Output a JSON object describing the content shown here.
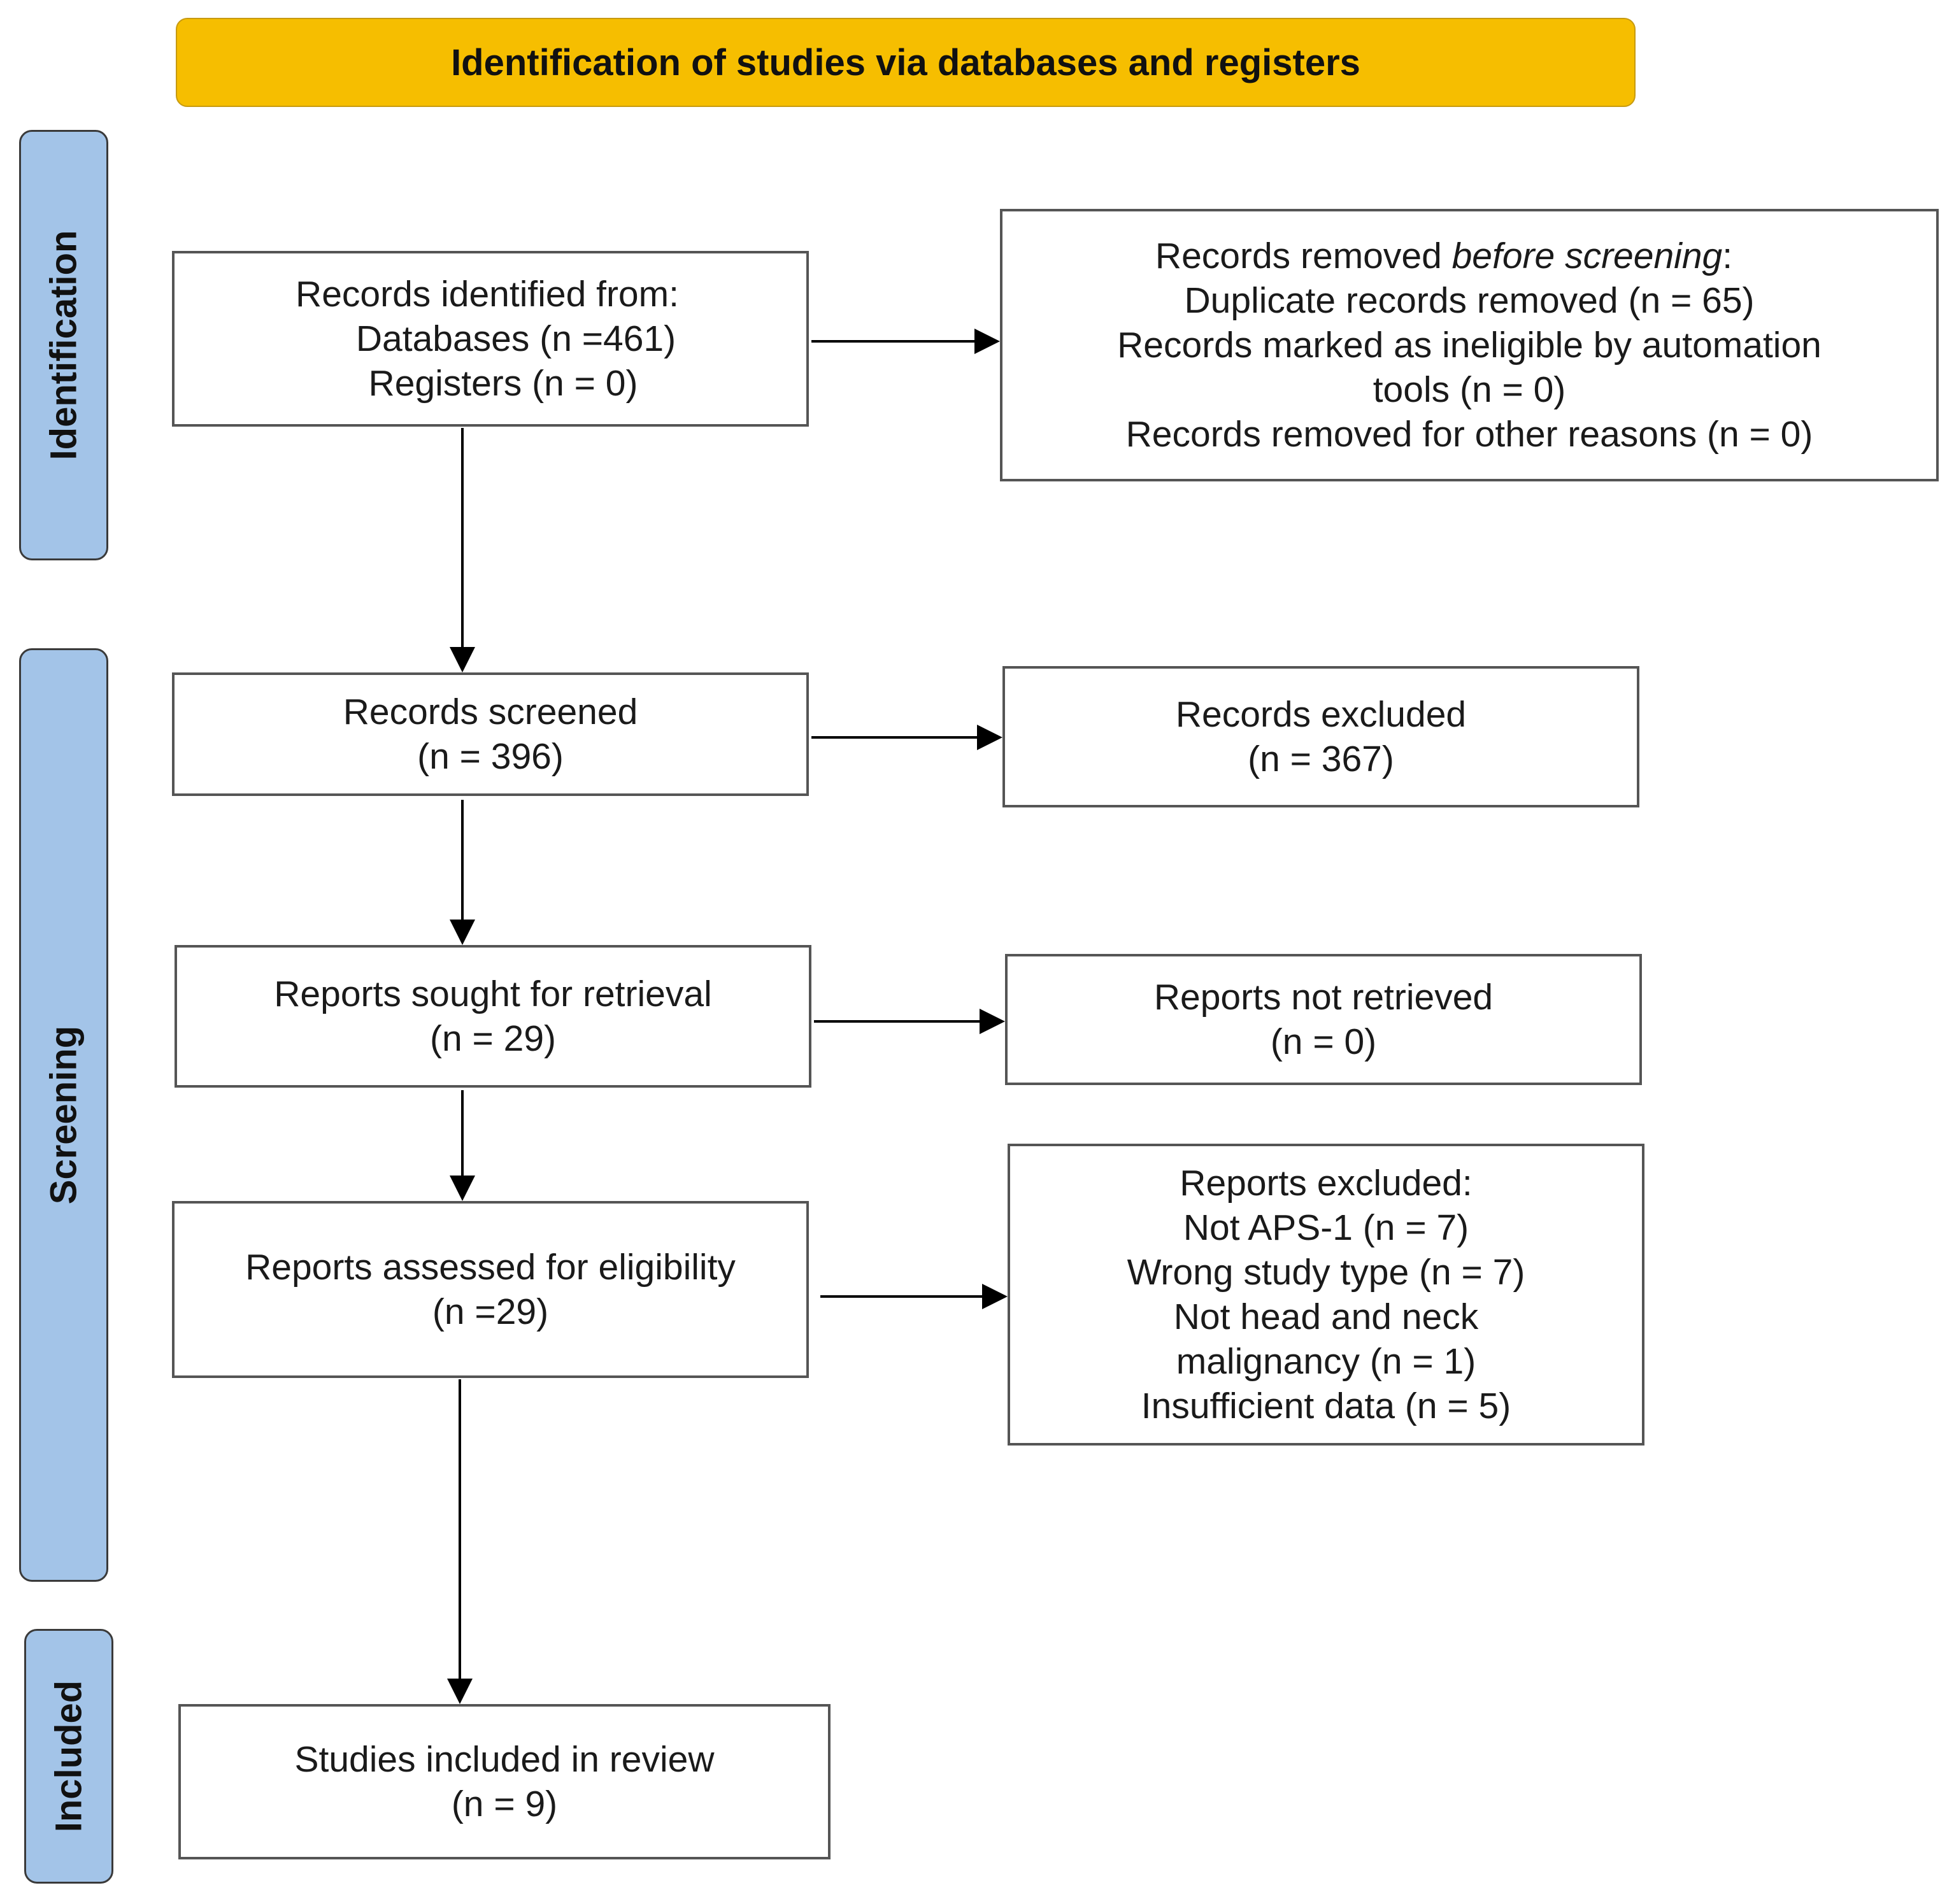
{
  "header": {
    "title": "Identification of studies via databases and registers"
  },
  "phases": {
    "identification": "Identification",
    "screening": "Screening",
    "included": "Included"
  },
  "boxes": {
    "records_identified": [
      "Records identified from:",
      "Databases (n =461)",
      "Registers (n = 0)"
    ],
    "records_removed": {
      "line1_prefix": "Records removed ",
      "line1_italic": "before screening",
      "line1_suffix": ":",
      "lines": [
        "Duplicate records removed (n = 65)",
        "Records marked as ineligible by automation",
        "tools (n = 0)",
        "Records removed for other reasons (n = 0)"
      ]
    },
    "records_screened": [
      "Records screened",
      "(n = 396)"
    ],
    "records_excluded": [
      "Records excluded",
      "(n = 367)"
    ],
    "reports_sought": [
      "Reports sought for retrieval",
      "(n = 29)"
    ],
    "reports_not_retrieved": [
      "Reports not retrieved",
      "(n = 0)"
    ],
    "reports_assessed": [
      "Reports assessed for eligibility",
      "(n =29)"
    ],
    "reports_excluded": [
      "Reports excluded:",
      "Not APS-1 (n = 7)",
      "Wrong study type (n = 7)",
      "Not head and neck",
      "malignancy (n = 1)",
      "Insufficient data (n = 5)"
    ],
    "studies_included": [
      "Studies included in review",
      "(n = 9)"
    ]
  }
}
